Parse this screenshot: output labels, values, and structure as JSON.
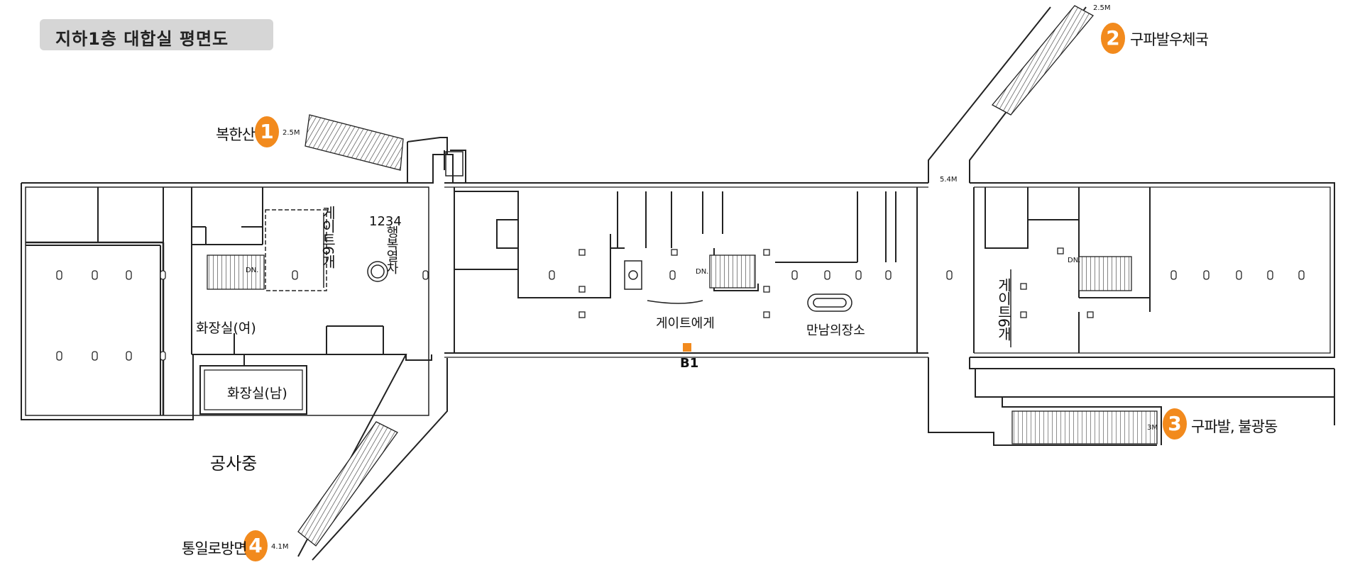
{
  "title": "지하1층 대합실 평면도",
  "exits": [
    {
      "number": "1",
      "name": "복한산",
      "width": "2.5M"
    },
    {
      "number": "2",
      "name": "구파발우체국",
      "width": "2.5M"
    },
    {
      "number": "3",
      "name": "구파발, 불광동",
      "width": "3M"
    },
    {
      "number": "4",
      "name": "통일로방면",
      "width": "4.1M"
    }
  ],
  "labels": {
    "gate_left": "게이트6개",
    "gate_right": "게이트6개",
    "train_number": "1234",
    "happy_train": "행복열차",
    "toilet_women": "화장실(여)",
    "toilet_men": "화장실(남)",
    "gate_center": "게이트에게",
    "meeting_place": "만남의장소",
    "floor": "B1",
    "under_construction": "공사중",
    "dn_left": "DN.",
    "dn_center": "DN.",
    "dn_right": "DN.",
    "corridor_width": "5.4M"
  },
  "colors": {
    "accent": "#f28a1d",
    "title_bg": "#d6d6d6",
    "line": "#222222"
  }
}
